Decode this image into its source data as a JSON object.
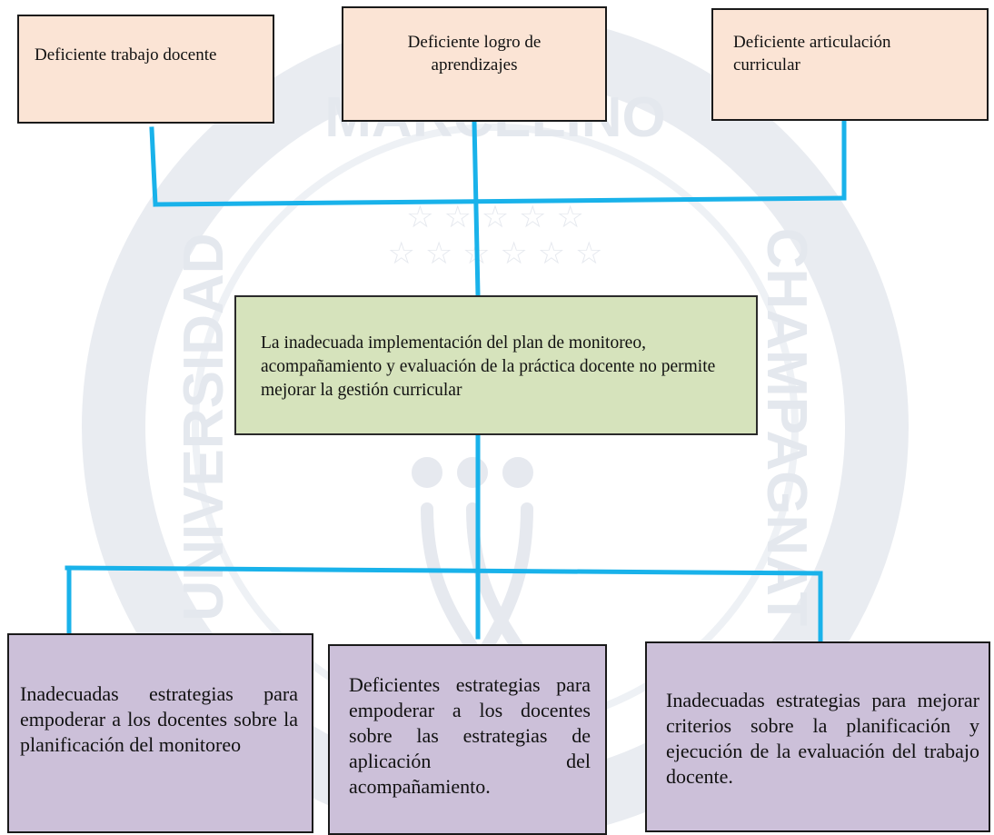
{
  "diagram": {
    "causes": [
      {
        "text": "Deficiente trabajo docente"
      },
      {
        "text": "Deficiente logro de aprendizajes"
      },
      {
        "text": "Deficiente articulación curricular"
      }
    ],
    "problem": {
      "text": "La inadecuada implementación del plan de monitoreo, acompañamiento y evaluación de la práctica docente no permite mejorar la gestión curricular"
    },
    "effects": [
      {
        "text": "Inadecuadas estrategias para empoderar a los docentes sobre la planificación del monitoreo"
      },
      {
        "text": "Deficientes estrategias para empoderar a los docentes sobre las estrategias de aplicación del acompañamiento."
      },
      {
        "text": "Inadecuadas estrategias para mejorar criterios sobre la planificación y ejecución de la evaluación del trabajo docente."
      }
    ]
  },
  "colors": {
    "cause_fill": "#fbe4d5",
    "problem_fill": "#d6e3bc",
    "effect_fill": "#ccc0d9",
    "connector": "#19b2ea",
    "border": "#1a1a1a",
    "watermark": "#e9ecf1"
  },
  "watermark": {
    "top_text": "MARCELINO",
    "left_text": "UNIVERSIDAD",
    "right_text": "CHAMPAGNAT"
  }
}
